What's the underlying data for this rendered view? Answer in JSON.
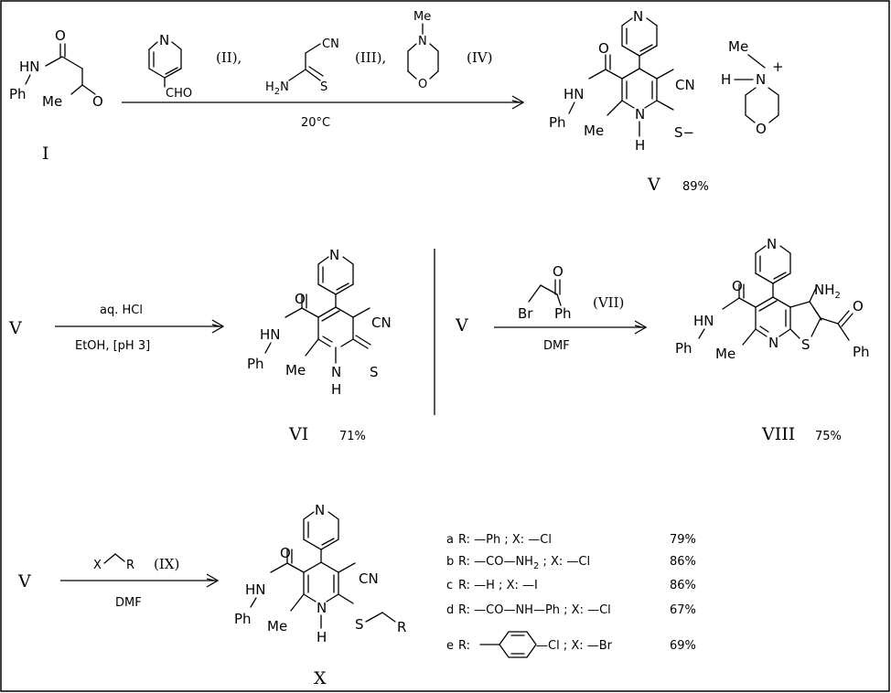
{
  "reaction1": {
    "reactant_label": "I",
    "reagent_ii_label": "(II),",
    "reagent_iii_label": "(III),",
    "reagent_iv_label": "(IV)",
    "condition": "20°C",
    "product_label": "V",
    "product_yield": "89%"
  },
  "reaction2": {
    "start": "V",
    "reagent": "aq. HCl",
    "condition": "EtOH,  [pH 3]",
    "product_label": "VI",
    "product_yield": "71%"
  },
  "reaction3": {
    "start": "V",
    "reagent_label": "(VII)",
    "solvent": "DMF",
    "product_label": "VIII",
    "product_yield": "75%"
  },
  "reaction4": {
    "start": "V",
    "reagent_label": "(IX)",
    "solvent": "DMF",
    "product_label": "X"
  },
  "atoms": {
    "hn": "HN",
    "ph": "Ph",
    "me": "Me",
    "o": "O",
    "n": "N",
    "cho": "CHO",
    "cn": "CN",
    "h2n": "H",
    "h2n_sub": "2",
    "h2n_n": "N",
    "s": "S",
    "s_minus": "S",
    "minus": "−",
    "h": "H",
    "h_minus": "H−",
    "n_plus": "N",
    "plus": "+",
    "nh": "NH",
    "nh_sub": "2",
    "br": "Br",
    "x": "X",
    "r": "R"
  },
  "substituents": [
    {
      "letter": "a",
      "r": "R: —Ph ; X: —Cl",
      "yield": "79%"
    },
    {
      "letter": "b",
      "r": "R: —CO—NH",
      "r_sub": "2",
      "r_tail": " ; X: —Cl",
      "yield": "86%"
    },
    {
      "letter": "c",
      "r": "R: —H ; X: —I",
      "yield": "86%"
    },
    {
      "letter": "d",
      "r": "R: —CO—NH—Ph ; X: —Cl",
      "yield": "67%"
    },
    {
      "letter": "e",
      "r": "R:",
      "r_tail": "—Cl ; X: —Br",
      "yield": "69%"
    }
  ]
}
